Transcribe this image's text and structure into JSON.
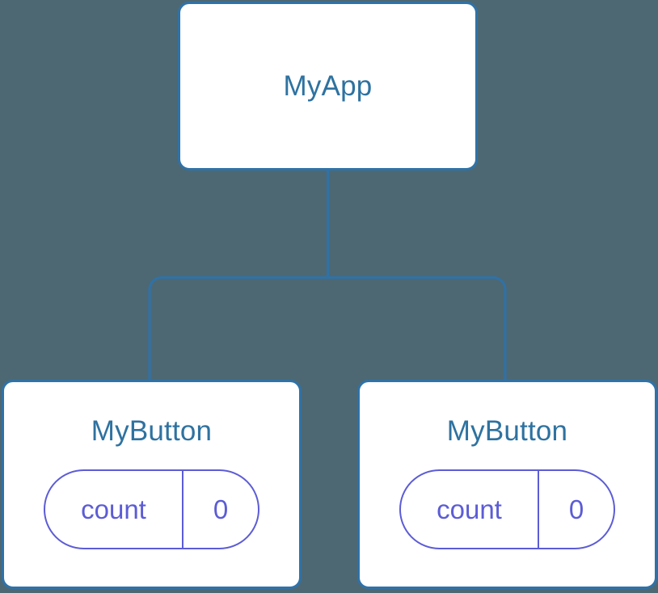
{
  "diagram": {
    "type": "component-tree",
    "background_color": "#4d6873",
    "node_border_color": "#2f72a8",
    "node_fill_color": "#ffffff",
    "node_title_color": "#2e72a0",
    "state_pill_color": "#5c5cd6",
    "connector_color": "#2f72a8",
    "root": {
      "title": "MyApp"
    },
    "children": [
      {
        "title": "MyButton",
        "state": {
          "key": "count",
          "value": "0"
        }
      },
      {
        "title": "MyButton",
        "state": {
          "key": "count",
          "value": "0"
        }
      }
    ]
  }
}
